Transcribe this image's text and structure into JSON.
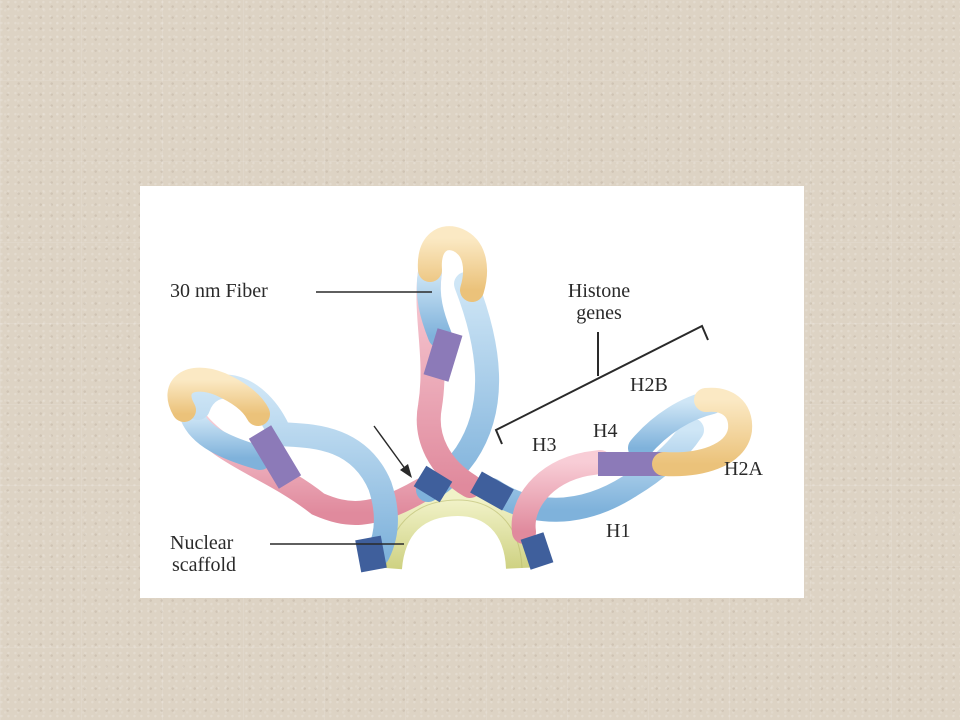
{
  "labels": {
    "fiber": "30 nm Fiber",
    "histone_line1": "Histone",
    "histone_line2": "genes",
    "h2b": "H2B",
    "h4": "H4",
    "h3": "H3",
    "h2a": "H2A",
    "h1": "H1",
    "scaffold_line1": "Nuclear",
    "scaffold_line2": "scaffold"
  },
  "colors": {
    "background": "#ddd3c4",
    "panel": "#ffffff",
    "fiber_blue": "#a9cfea",
    "fiber_pink": "#f0aab8",
    "fiber_yellow": "#f5d9a0",
    "fiber_purple": "#8c7ab8",
    "fiber_navy": "#3f5f9c",
    "scaffold": "#e4e6a6",
    "ink": "#2a2a2a"
  }
}
